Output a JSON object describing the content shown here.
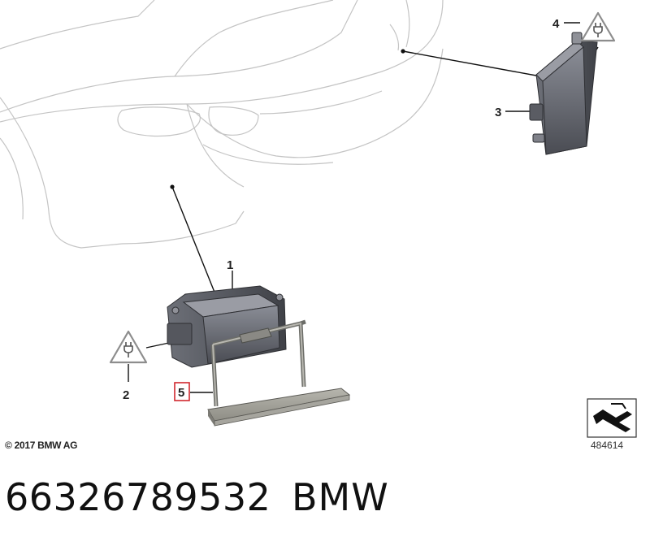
{
  "callouts": {
    "c1": "1",
    "c2": "2",
    "c3": "3",
    "c4": "4",
    "c5": "5"
  },
  "icons": {
    "plug_warning": "plug-warning-triangle-icon",
    "reference_symbol": "reference-arrow-icon"
  },
  "colors": {
    "outline": "#bdbdbd",
    "part_body": "#5e6068",
    "highlight_box": "#d0282e"
  },
  "footer": {
    "copyright": "© 2017 BMW AG",
    "reference_number": "484614"
  },
  "caption": {
    "part_number": "66326789532",
    "brand": "BMW"
  }
}
